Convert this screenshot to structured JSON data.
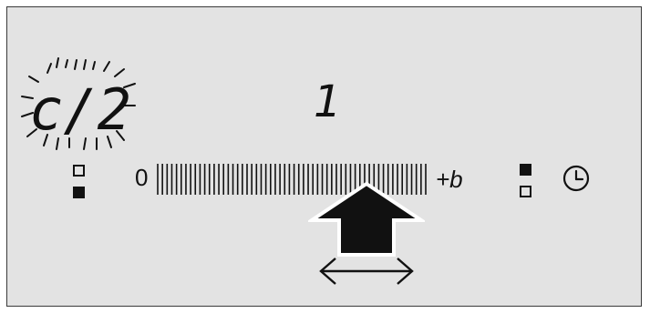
{
  "display": {
    "zone_code": "c/2",
    "power_level": "1",
    "slider_min": "0",
    "slider_max": "+b"
  },
  "icons": {
    "zone_indicator_left": "zone-selector-icon",
    "zone_indicator_right": "zone-selector-icon",
    "timer": "clock-icon",
    "touch_arrow": "up-arrow-icon",
    "swipe": "double-arrow-icon"
  },
  "colors": {
    "panel": "#e3e3e3",
    "ink": "#111111",
    "border": "#3a3a3a"
  }
}
